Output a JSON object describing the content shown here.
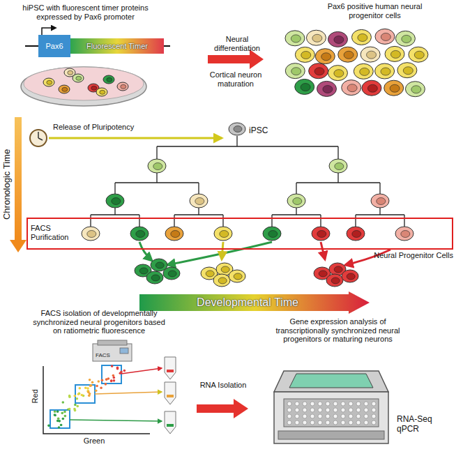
{
  "diagram": {
    "nodes": [
      {
        "text": [
          "Pax6"
        ]
      },
      {
        "text": [
          "Fluorescent Timer"
        ]
      },
      {
        "text": [
          "iPSC"
        ]
      },
      {
        "text": [
          "FACS Purification",
          "Neural Progenitor Cells"
        ]
      },
      {
        "text": [
          "Developmental Time"
        ]
      },
      {
        "text": [
          "FACS"
        ]
      },
      {
        "text": [
          "RNA-Seq qPCR"
        ]
      }
    ],
    "labels": [
      "hiPSC with fluorescent timer proteins expressed by Pax6 promoter",
      "Pax6 positive human neural progenitor cells",
      "Neural differentiation",
      "Cortical neuron maturation",
      "Chronologic Time",
      "Release of Pluripotency",
      "FACS isolation of developmentally synchronized neural progenitors based on ratiometric fluorescence",
      "RNA Isolation",
      "Gene expression analysis of transcriptionally synchronized neural progenitors or maturing neurons",
      "Red",
      "Green"
    ]
  }
}
